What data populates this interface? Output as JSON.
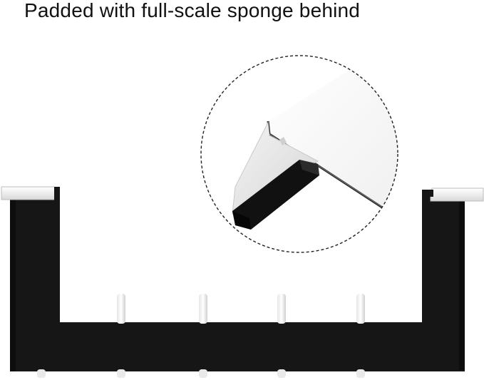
{
  "caption": {
    "text": "Padded with full-scale sponge behind"
  },
  "product": {
    "body_color": "#151515",
    "hook_color": "#f5f5f5",
    "hook_count": 5,
    "icon": "over-door-hook-rack"
  },
  "detail_callout": {
    "icon": "sponge-pad-closeup",
    "sponge_color": "#111111",
    "border_style": "dashed-circle"
  }
}
